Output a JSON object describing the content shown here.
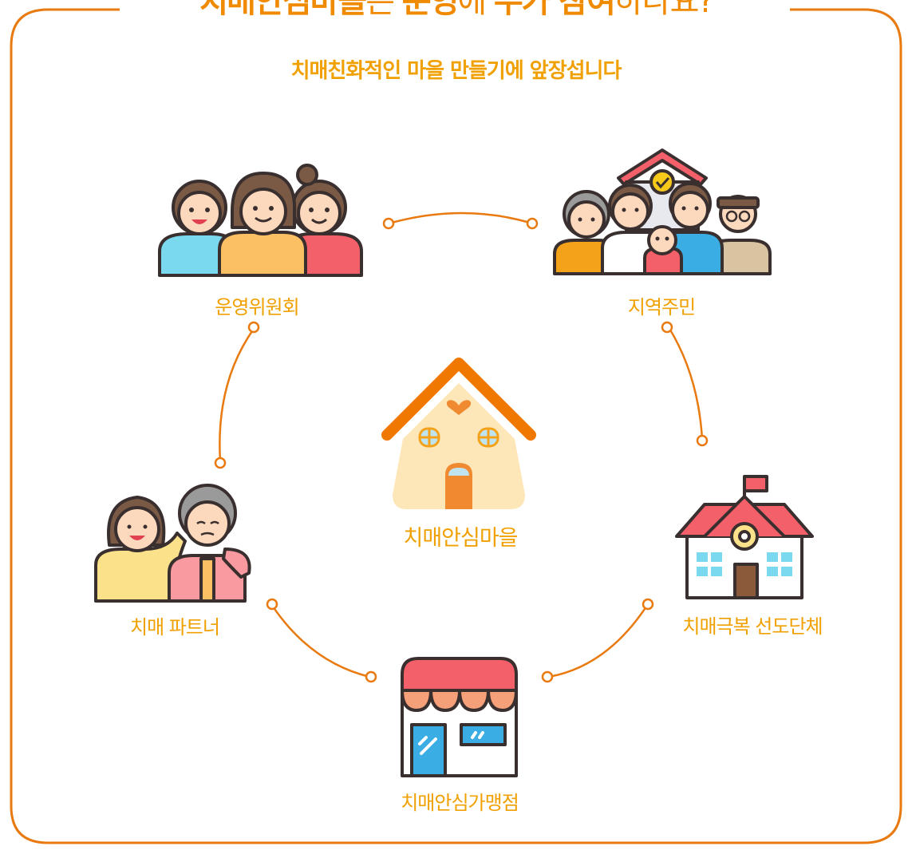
{
  "header": {
    "title_parts": [
      "치매안심마을",
      "은 ",
      "운영",
      "에 ",
      "누가 참여",
      "하나요?"
    ],
    "subtitle": "치매친화적인 마을 만들기에 앞장섭니다"
  },
  "nodes": {
    "committee": "운영위원회",
    "residents": "지역주민",
    "village": "치매안심마을",
    "partner": "치매 파트너",
    "leader_group": "치매극복 선도단체",
    "store": "치매안심가맹점"
  },
  "colors": {
    "accent": "#f07800",
    "text": "#f0a000",
    "frame": "#e87a10"
  }
}
